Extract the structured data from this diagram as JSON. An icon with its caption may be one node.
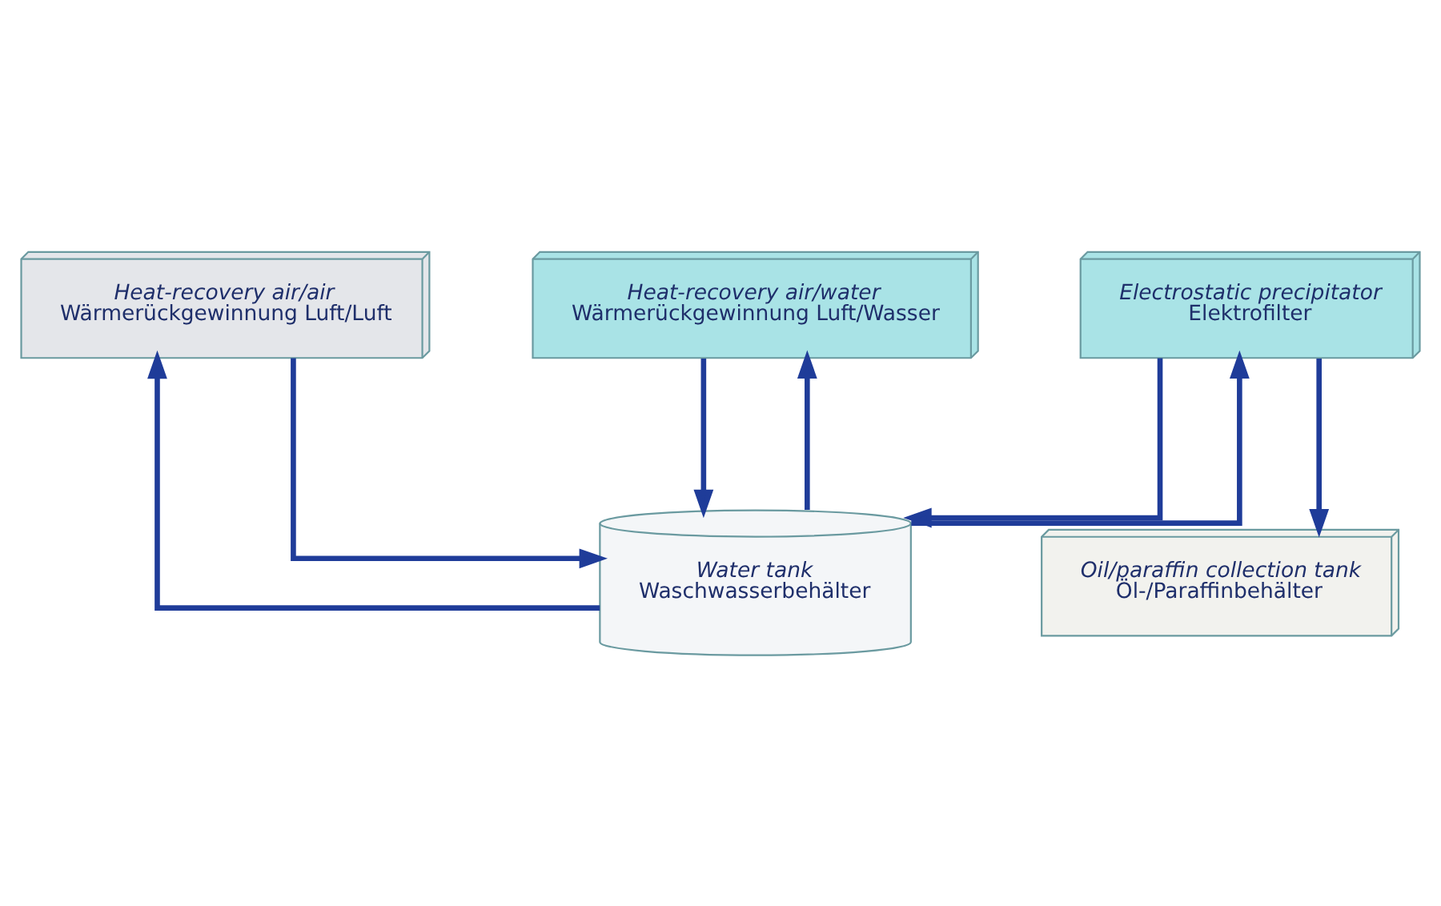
{
  "diagram": {
    "nodes": [
      {
        "text": [
          "Heat-recovery air/air",
          "Wärmerückgewinnung Luft/Luft"
        ]
      },
      {
        "text": [
          "Heat-recovery air/water",
          "Wärmerückgewinnung Luft/Wasser"
        ]
      },
      {
        "text": [
          "Electrostatic precipitator",
          "Elektrofilter"
        ]
      },
      {
        "text": [
          "Water tank",
          "Waschwasserbehälter"
        ]
      },
      {
        "text": [
          "Oil/paraffin collection tank",
          "Öl-/Paraffinbehälter"
        ]
      }
    ],
    "edges": [
      {
        "from": 3,
        "to": 0,
        "arrow": "to"
      },
      {
        "from": 3,
        "to": 1,
        "arrow": "to"
      },
      {
        "from": 3,
        "to": 2,
        "arrow": "to"
      },
      {
        "from": 0,
        "to": 3,
        "arrow": "to"
      },
      {
        "from": 1,
        "to": 3,
        "arrow": "to"
      },
      {
        "from": 2,
        "to": 4,
        "arrow": "to"
      },
      {
        "from": 2,
        "to": 3,
        "arrow": "to"
      }
    ]
  }
}
